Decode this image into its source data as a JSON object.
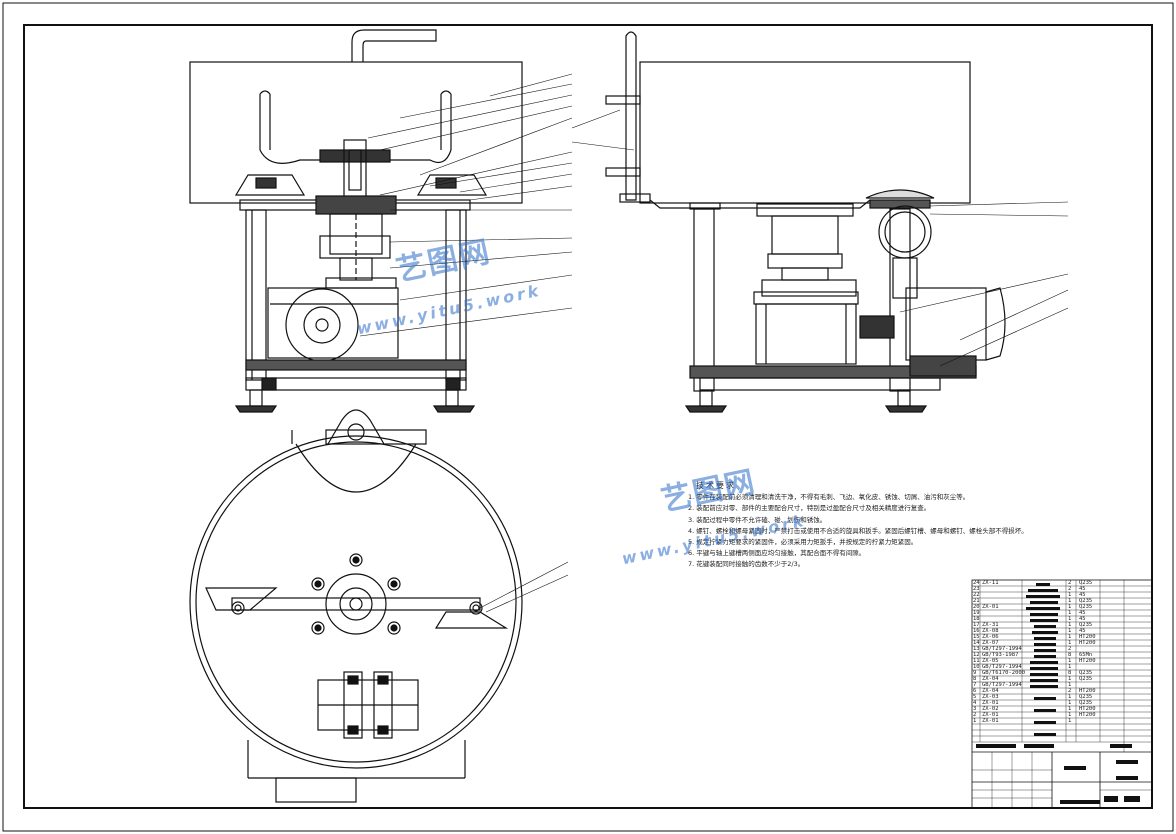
{
  "drawing": {
    "tech_requirements": {
      "title": "技术要求",
      "lines": [
        "1. 零件在装配前必须清理和清洗干净，不得有毛刺、飞边、氧化皮、锈蚀、切屑、油污和灰尘等。",
        "2. 装配前应对零、部件的主要配合尺寸，特别是过盈配合尺寸及相关精度进行复查。",
        "3. 装配过程中零件不允许磕、碰、划伤和锈蚀。",
        "4. 螺钉、螺栓和螺母紧固时，严禁打击或使用不合适的旋具和扳手。紧固后螺钉槽、螺母和螺钉、螺栓头部不得损坏。",
        "5. 规定拧紧力矩要求的紧固件，必须采用力矩扳手，并按规定的拧紧力矩紧固。",
        "6. 平键与轴上键槽两侧面应均匀接触，其配合面不得有间隙。",
        "7. 花键装配同时接触的齿数不少于2/3。"
      ]
    },
    "watermarks": [
      {
        "name": "艺图网",
        "url": "www.yitu5.work"
      },
      {
        "name": "艺图网",
        "url": "www.yitu5.work"
      }
    ],
    "bom_rows": [
      {
        "no": "24",
        "code": "ZX-11",
        "qty": "2",
        "material": "Q235"
      },
      {
        "no": "23",
        "code": "",
        "qty": "2",
        "material": "45"
      },
      {
        "no": "22",
        "code": "",
        "qty": "1",
        "material": "45"
      },
      {
        "no": "21",
        "code": "",
        "qty": "1",
        "material": "Q235"
      },
      {
        "no": "20",
        "code": "ZX-01",
        "qty": "1",
        "material": "Q235"
      },
      {
        "no": "19",
        "code": "",
        "qty": "1",
        "material": "45"
      },
      {
        "no": "18",
        "code": "",
        "qty": "1",
        "material": "45"
      },
      {
        "no": "17",
        "code": "ZX-31",
        "qty": "1",
        "material": "Q235"
      },
      {
        "no": "16",
        "code": "ZX-08",
        "qty": "1",
        "material": "45"
      },
      {
        "no": "15",
        "code": "ZX-06",
        "qty": "1",
        "material": "HT200"
      },
      {
        "no": "14",
        "code": "ZX-07",
        "qty": "1",
        "material": "HT200"
      },
      {
        "no": "13",
        "code": "GB/T297-1994",
        "qty": "2",
        "material": ""
      },
      {
        "no": "12",
        "code": "GB/T93-1987",
        "qty": "8",
        "material": "65Mn"
      },
      {
        "no": "11",
        "code": "ZX-05",
        "qty": "1",
        "material": "HT200"
      },
      {
        "no": "10",
        "code": "GB/T297-1994",
        "qty": "1",
        "material": ""
      },
      {
        "no": "9",
        "code": "GB/T6170-2000",
        "qty": "8",
        "material": "Q235"
      },
      {
        "no": "8",
        "code": "ZX-04",
        "qty": "1",
        "material": "Q235"
      },
      {
        "no": "7",
        "code": "GB/T297-1994",
        "qty": "1",
        "material": ""
      },
      {
        "no": "6",
        "code": "ZX-04",
        "qty": "2",
        "material": "HT200"
      },
      {
        "no": "5",
        "code": "ZX-03",
        "qty": "1",
        "material": "Q235"
      },
      {
        "no": "4",
        "code": "ZX-01",
        "qty": "1",
        "material": "Q235"
      },
      {
        "no": "3",
        "code": "ZX-02",
        "qty": "1",
        "material": "HT200"
      },
      {
        "no": "2",
        "code": "ZX-01",
        "qty": "1",
        "material": "HT200"
      },
      {
        "no": "1",
        "code": "ZX-01",
        "qty": "1",
        "material": ""
      }
    ],
    "colors": {
      "line": "#111111",
      "watermark": "#2f6fc9"
    }
  }
}
